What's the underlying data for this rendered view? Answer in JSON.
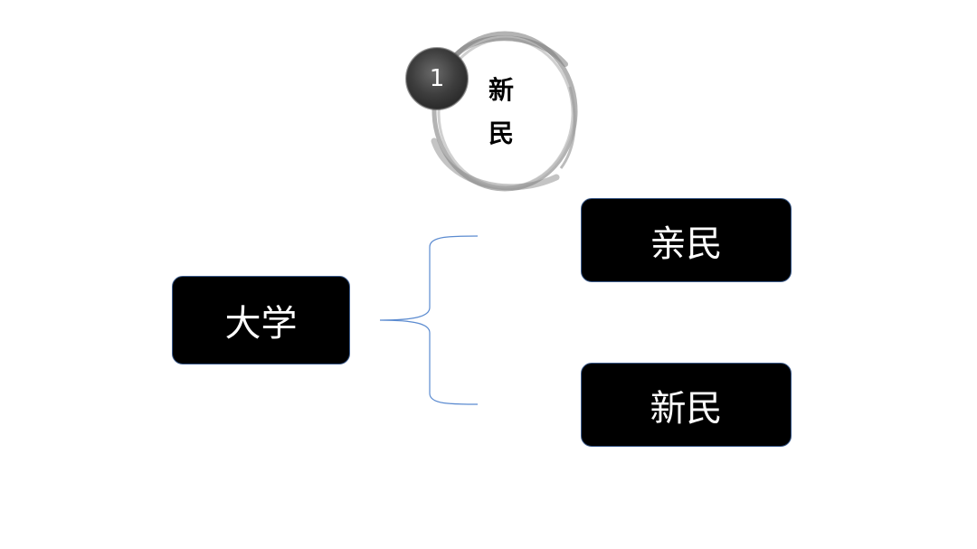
{
  "header": {
    "number": "1",
    "title_chars": [
      "新",
      "民"
    ]
  },
  "diagram": {
    "root": "大学",
    "branches": [
      "亲民",
      "新民"
    ]
  },
  "colors": {
    "node_fill": "#000000",
    "node_text": "#ffffff",
    "node_border": "#3b5a8a",
    "connector": "#5b8bd0",
    "ink_dark": "#3a3a3a",
    "ink_ring": "#8a8a8a"
  }
}
